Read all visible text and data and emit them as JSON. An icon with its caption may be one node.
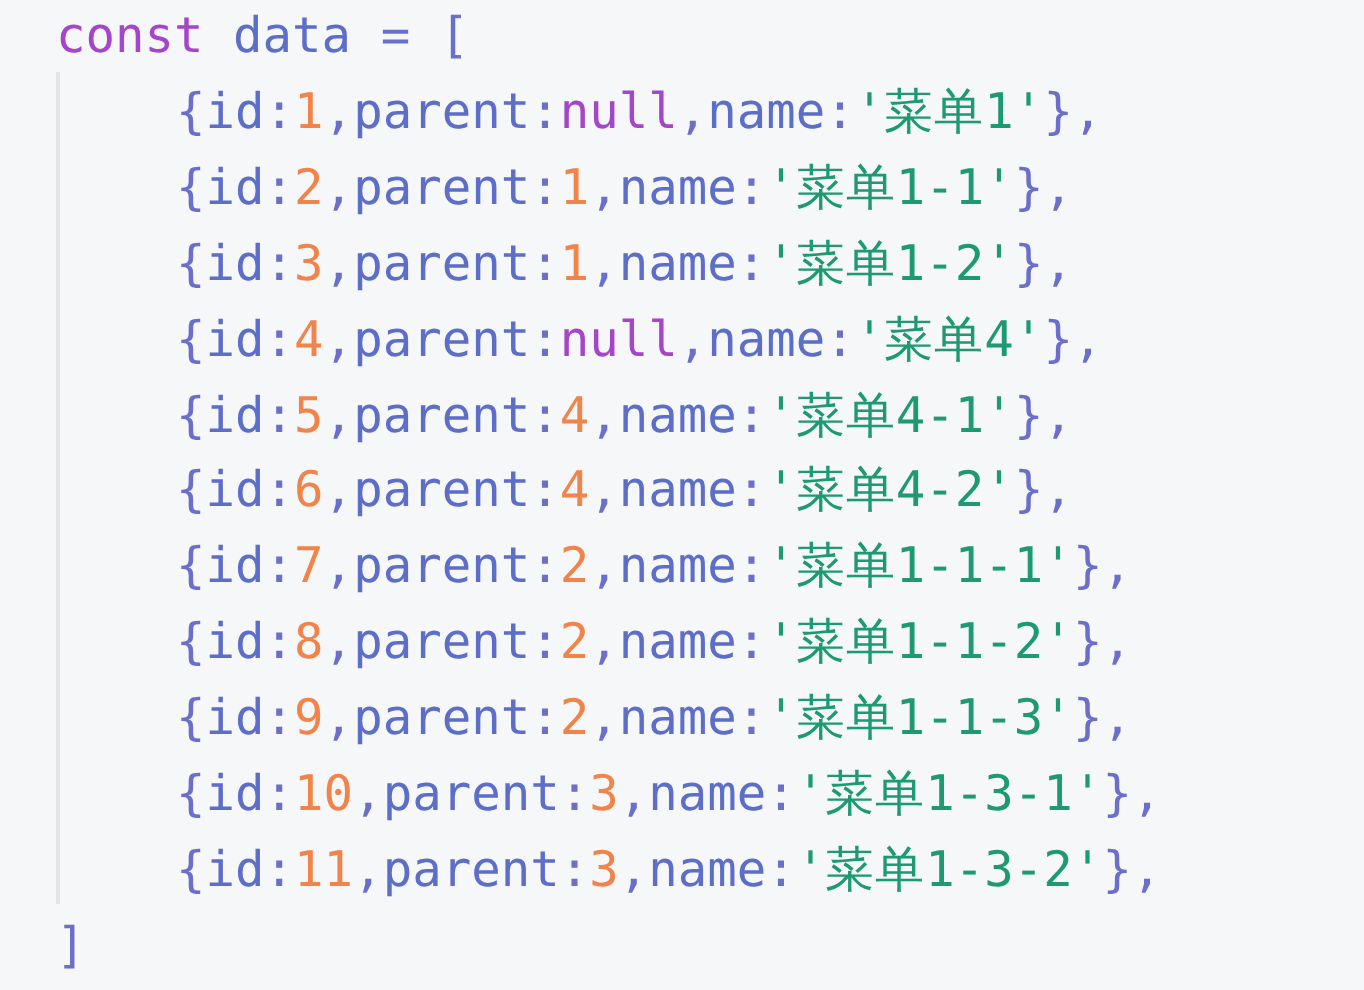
{
  "diagram": {
    "labels": [
      "const data = [",
      "{id:1,parent:null,name:'菜单1'},",
      "{id:2,parent:1,name:'菜单1-1'},",
      "{id:3,parent:1,name:'菜单1-2'},",
      "{id:4,parent:null,name:'菜单4'},",
      "{id:5,parent:4,name:'菜单4-1'},",
      "{id:6,parent:4,name:'菜单4-2'},",
      "{id:7,parent:2,name:'菜单1-1-1'},",
      "{id:8,parent:2,name:'菜单1-1-2'},",
      "{id:9,parent:2,name:'菜单1-1-3'},",
      "{id:10,parent:3,name:'菜单1-3-1'},",
      "{id:11,parent:3,name:'菜单1-3-2'},",
      "]"
    ]
  }
}
